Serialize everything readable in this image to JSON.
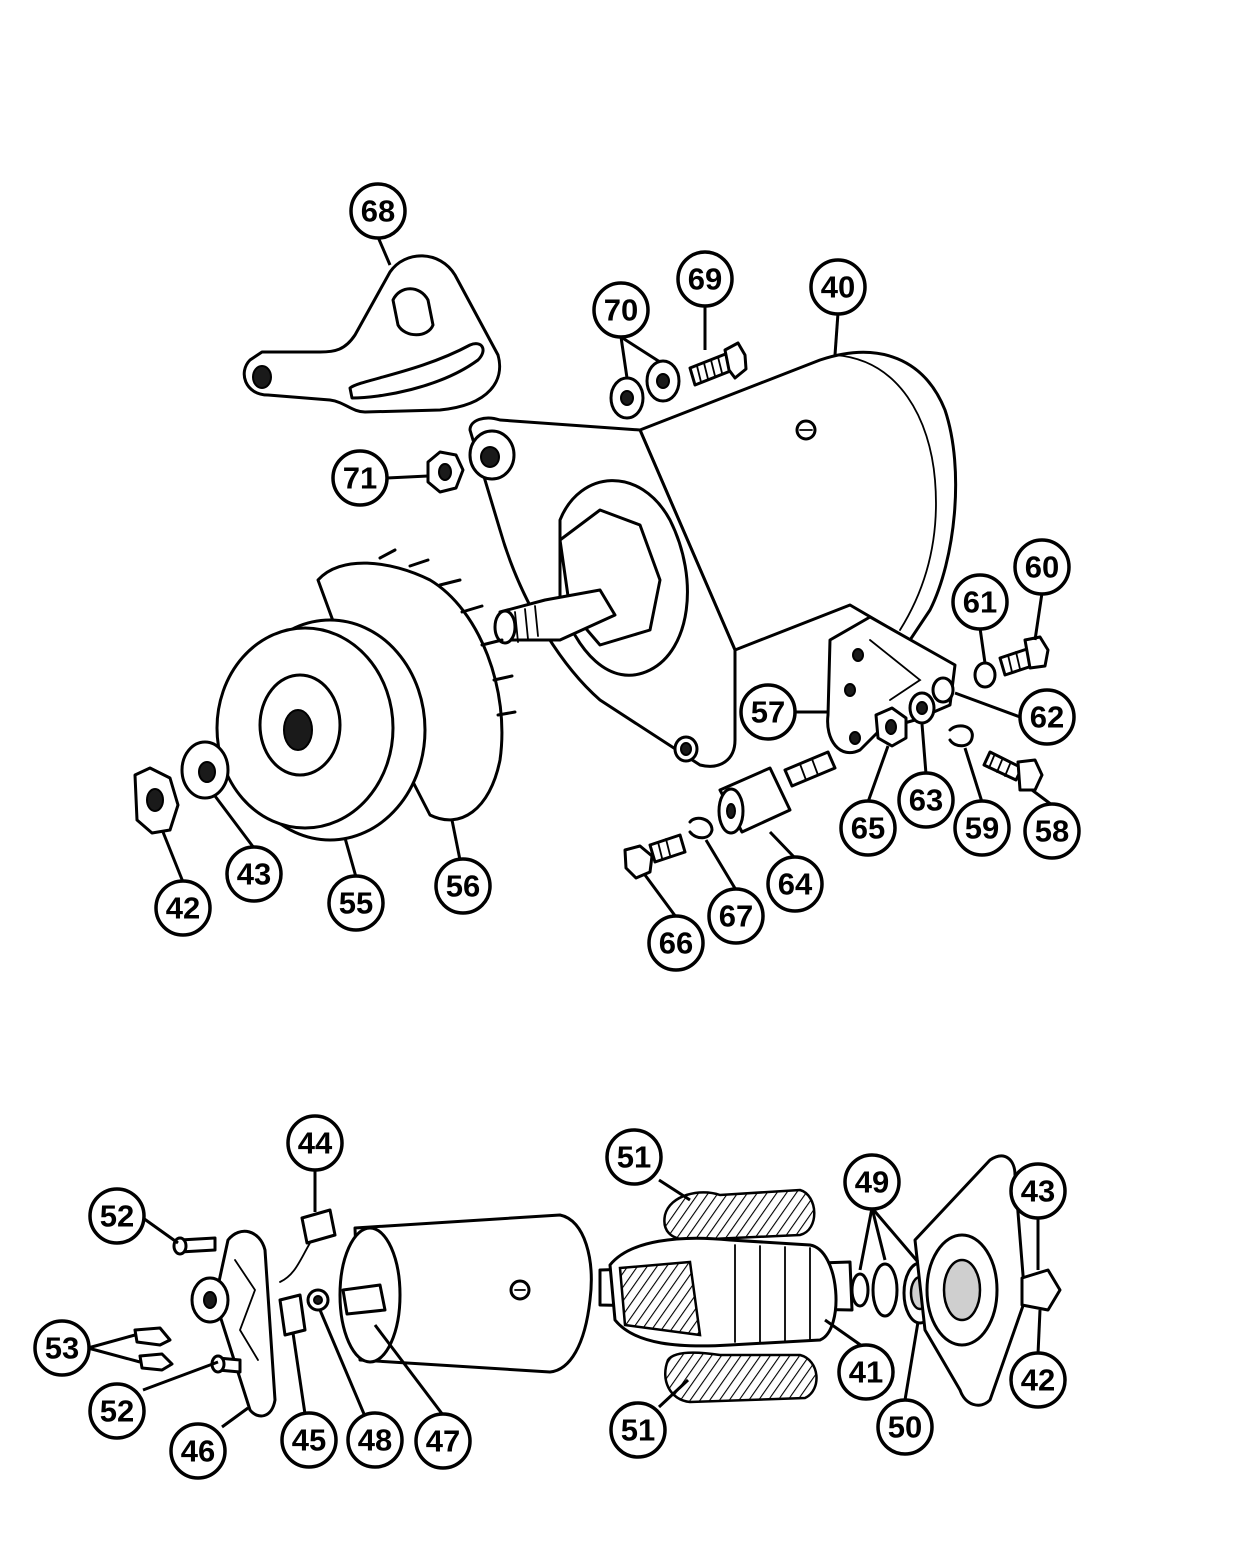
{
  "callouts": [
    {
      "id": "c68",
      "label": "68"
    },
    {
      "id": "c70",
      "label": "70"
    },
    {
      "id": "c69",
      "label": "69"
    },
    {
      "id": "c40",
      "label": "40"
    },
    {
      "id": "c71",
      "label": "71"
    },
    {
      "id": "c60",
      "label": "60"
    },
    {
      "id": "c61",
      "label": "61"
    },
    {
      "id": "c57",
      "label": "57"
    },
    {
      "id": "c62",
      "label": "62"
    },
    {
      "id": "c63",
      "label": "63"
    },
    {
      "id": "c65",
      "label": "65"
    },
    {
      "id": "c59",
      "label": "59"
    },
    {
      "id": "c58",
      "label": "58"
    },
    {
      "id": "c64",
      "label": "64"
    },
    {
      "id": "c67",
      "label": "67"
    },
    {
      "id": "c66",
      "label": "66"
    },
    {
      "id": "c42a",
      "label": "42"
    },
    {
      "id": "c43a",
      "label": "43"
    },
    {
      "id": "c55",
      "label": "55"
    },
    {
      "id": "c56",
      "label": "56"
    },
    {
      "id": "c44",
      "label": "44"
    },
    {
      "id": "c52a",
      "label": "52"
    },
    {
      "id": "c53",
      "label": "53"
    },
    {
      "id": "c52b",
      "label": "52"
    },
    {
      "id": "c46",
      "label": "46"
    },
    {
      "id": "c45",
      "label": "45"
    },
    {
      "id": "c48",
      "label": "48"
    },
    {
      "id": "c47",
      "label": "47"
    },
    {
      "id": "c51a",
      "label": "51"
    },
    {
      "id": "c51b",
      "label": "51"
    },
    {
      "id": "c49",
      "label": "49"
    },
    {
      "id": "c41",
      "label": "41"
    },
    {
      "id": "c50",
      "label": "50"
    },
    {
      "id": "c43b",
      "label": "43"
    },
    {
      "id": "c42b",
      "label": "42"
    }
  ]
}
